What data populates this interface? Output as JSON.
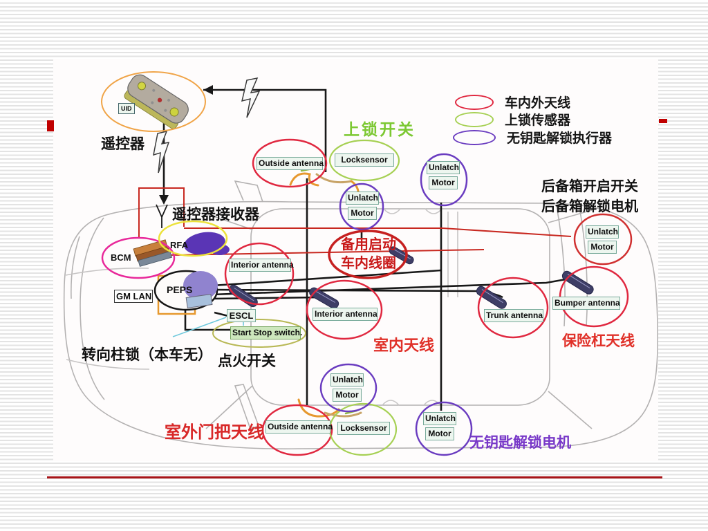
{
  "slide": {
    "accent_color": "#c00000",
    "rule_color": "#a81418"
  },
  "legend": {
    "items": [
      {
        "label": "车内外天线",
        "color": "#e02840",
        "shape": "red-ellipse"
      },
      {
        "label": "上锁传感器",
        "color": "#a6d053",
        "shape": "green-ellipse"
      },
      {
        "label": "无钥匙解锁执行器",
        "color": "#6a3cc0",
        "shape": "purple-ellipse"
      }
    ]
  },
  "diagram": {
    "labels": {
      "remote": "遥控器",
      "receiver": "遥控器接收器",
      "lock_switch": "上锁开关",
      "backup_line1": "备用启动",
      "backup_line2": "车内线圈",
      "interior_antenna_cn": "室内天线",
      "bumper_antenna_cn": "保险杠天线",
      "column_lock": "转向柱锁（本车无）",
      "ignition": "点火开关",
      "door_handle_antenna_cn": "室外门把天线",
      "keyless_unlock_motor_cn": "无钥匙解锁电机",
      "trunk_open_switch": "后备箱开启开关",
      "trunk_unlock_motor": "后备箱解锁电机"
    },
    "boxes": {
      "uid": "UID",
      "outside_antenna": "Outside antenna",
      "locksensor": "Locksensor",
      "unlatch": "Unlatch",
      "motor": "Motor",
      "rfa": "RFA",
      "bcm": "BCM",
      "gm_lan": "GM LAN",
      "peps": "PEPS",
      "escl": "ESCL",
      "start_stop": "Start Stop switch.",
      "interior_antenna": "Interior antenna",
      "trunk_antenna": "Trunk antenna",
      "bumper_antenna": "Bumper antenna"
    },
    "colors": {
      "antenna_circle": "#e02840",
      "lock_sensor_circle": "#a6d053",
      "unlatch_circle": "#6a3cc0",
      "bcm_circle": "#e8289a",
      "rfa_circle": "#ece23a",
      "fob_circle": "#f0a447",
      "green_text": "#7cc832",
      "red_text": "#d82828",
      "purple_text": "#7838c8"
    }
  }
}
